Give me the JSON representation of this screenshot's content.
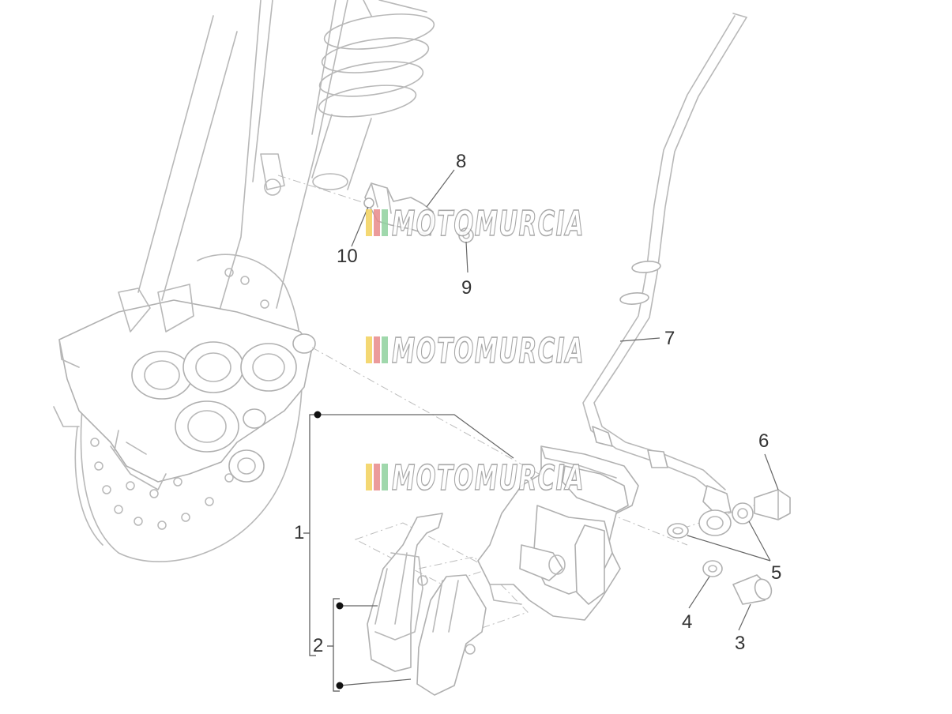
{
  "callouts": [
    {
      "id": "1",
      "label": "1"
    },
    {
      "id": "2",
      "label": "2"
    },
    {
      "id": "3",
      "label": "3"
    },
    {
      "id": "4",
      "label": "4"
    },
    {
      "id": "5",
      "label": "5"
    },
    {
      "id": "6",
      "label": "6"
    },
    {
      "id": "7",
      "label": "7"
    },
    {
      "id": "8",
      "label": "8"
    },
    {
      "id": "9",
      "label": "9"
    },
    {
      "id": "10",
      "label": "10"
    }
  ],
  "watermark": {
    "text": "MOTOMURCIA",
    "colors": [
      "#f2d15a",
      "#e88a8a",
      "#8fd19e"
    ]
  }
}
